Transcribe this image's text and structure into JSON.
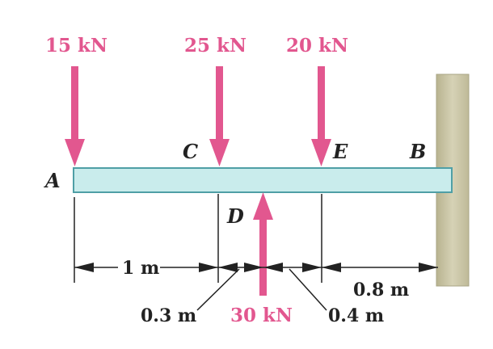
{
  "loads": {
    "a": "15 kN",
    "c": "25 kN",
    "e": "20 kN",
    "d": "30 kN"
  },
  "points": {
    "a": "A",
    "b": "B",
    "c": "C",
    "d": "D",
    "e": "E"
  },
  "dimensions": {
    "ac": "1 m",
    "cd": "0.3 m",
    "de": "0.4 m",
    "eb": "0.8 m"
  },
  "colors": {
    "load_arrow": "#e2578f",
    "beam_fill": "#c9ecec",
    "beam_edge": "#4f9fa6",
    "wall": "#c9c4a4"
  }
}
